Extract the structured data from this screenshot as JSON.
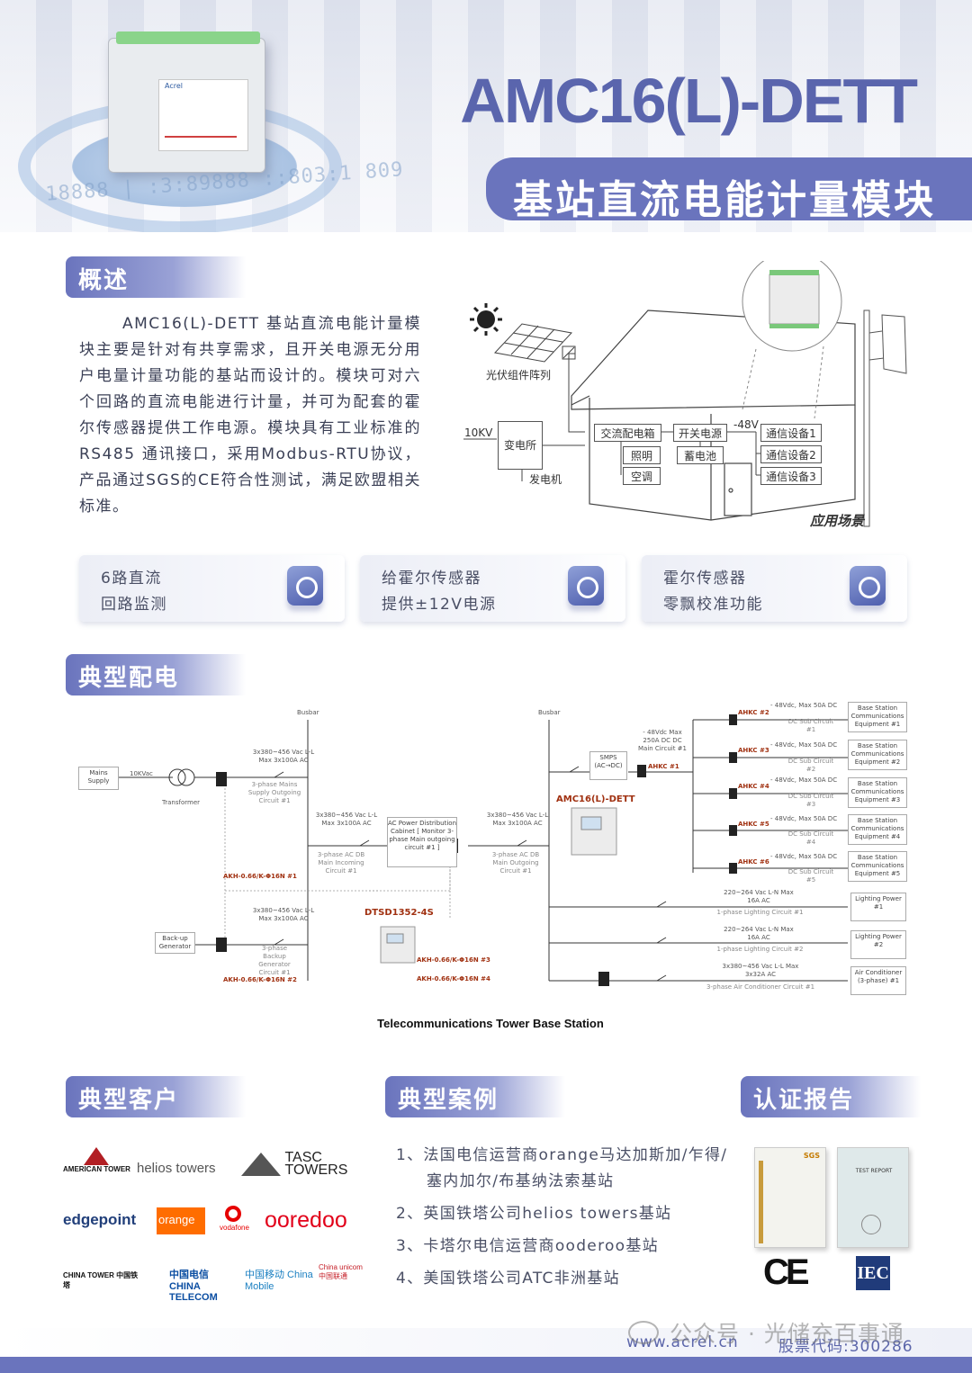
{
  "header": {
    "model": "AMC16(L)-DETT",
    "title_cn": "基站直流电能计量模块",
    "digits": "18888 | :3:89888 ::803:1 809",
    "device_brand": "Acrel"
  },
  "overview": {
    "tag": "概述",
    "text": "AMC16(L)-DETT 基站直流电能计量模块主要是针对有共享需求，且开关电源无分用户电量计量功能的基站而设计的。模块可对六个回路的直流电能进行计量，并可为配套的霍尔传感器提供工作电源。模块具有工业标准的RS485 通讯接口，采用Modbus-RTU协议，产品通过SGS的CE符合性测试，满足欧盟相关标准。"
  },
  "scene": {
    "pv": "光伏组件阵列",
    "kv": "10KV",
    "substation": "变电所",
    "generator": "发电机",
    "ac_box": "交流配电箱",
    "lighting": "照明",
    "aircon": "空调",
    "switch_power": "开关电源",
    "battery": "蓄电池",
    "minus48": "-48V",
    "comm1": "通信设备1",
    "comm2": "通信设备2",
    "comm3": "通信设备3",
    "caption": "应用场景"
  },
  "features": [
    {
      "line1": "6路直流",
      "line2": "回路监测",
      "icon": "loop-monitor-icon"
    },
    {
      "line1": "给霍尔传感器",
      "line2": "提供±12V电源",
      "icon": "power-supply-icon"
    },
    {
      "line1": "霍尔传感器",
      "line2": "零飘校准功能",
      "icon": "calibration-icon"
    }
  ],
  "distribution": {
    "tag": "典型配电",
    "caption": "Telecommunications Tower Base Station",
    "busbar": "Busbar",
    "mains_supply": "Mains Supply",
    "kvac": "10KVac",
    "transformer": "Transformer",
    "backup_generator": "Back-up Generator",
    "spec_3x380": "3x380~456 Vac L-L Max 3x100A AC",
    "mains_outgoing": "3-phase Mains Supply Outgoing Circuit #1",
    "ac_db_incoming": "3-phase AC DB Main Incoming Circuit #1",
    "ac_power_cabinet": "AC Power Distribution Cabinet [ Monitor 3-phase Main outgoing circuit #1 ]",
    "ac_db_outgoing": "3-phase AC DB Main Outgoing Circuit #1",
    "backup_outgoing": "3-phase Backup Generator Circuit #1",
    "akh1": "AKH-0.66/K-Φ16N #1",
    "akh2": "AKH-0.66/K-Φ16N #2",
    "akh3": "AKH-0.66/K-Φ16N #3",
    "akh4": "AKH-0.66/K-Φ16N #4",
    "dtsd": "DTSD1352-4S",
    "smps": "SMPS (AC→DC)",
    "dc_main": "- 48Vdc Max 250A DC DC Main Circuit #1",
    "amc": "AMC16(L)-DETT",
    "dc_branches": [
      {
        "ahkc": "AHKC #1",
        "spec": "",
        "circuit": "",
        "equip": ""
      },
      {
        "ahkc": "AHKC #2",
        "spec": "- 48Vdc, Max 50A DC",
        "circuit": "DC Sub Circuit #1",
        "equip": "Base Station Communications Equipment #1"
      },
      {
        "ahkc": "AHKC #3",
        "spec": "- 48Vdc, Max 50A DC",
        "circuit": "DC Sub Circuit #2",
        "equip": "Base Station Communications Equipment #2"
      },
      {
        "ahkc": "AHKC #4",
        "spec": "- 48Vdc, Max 50A DC",
        "circuit": "DC Sub Circuit #3",
        "equip": "Base Station Communications Equipment #3"
      },
      {
        "ahkc": "AHKC #5",
        "spec": "- 48Vdc, Max 50A DC",
        "circuit": "DC Sub Circuit #4",
        "equip": "Base Station Communications Equipment #4"
      },
      {
        "ahkc": "AHKC #6",
        "spec": "- 48Vdc, Max 50A DC",
        "circuit": "DC Sub Circuit #5",
        "equip": "Base Station Communications Equipment #5"
      }
    ],
    "lighting1_spec": "220~264 Vac L-N Max 16A AC",
    "lighting1_circuit": "1-phase Lighting Circuit #1",
    "lighting1_equip": "Lighting Power #1",
    "lighting2_spec": "220~264 Vac L-N Max 16A AC",
    "lighting2_circuit": "1-phase Lighting Circuit #2",
    "lighting2_equip": "Lighting Power #2",
    "aircon_spec": "3x380~456 Vac L-L Max 3x32A AC",
    "aircon_circuit": "3-phase Air Conditioner Circuit #1",
    "aircon_equip": "Air Conditioner (3-phase) #1"
  },
  "customers": {
    "tag": "典型客户",
    "logos": [
      "AMERICAN TOWER",
      "helios towers",
      "TASC TOWERS",
      "edgepoint",
      "orange",
      "vodafone",
      "ooredoo",
      "CHINA TOWER 中国铁塔",
      "中国电信 CHINA TELECOM",
      "中国移动 China Mobile",
      "China unicom中国联通"
    ]
  },
  "cases": {
    "tag": "典型案例",
    "items": [
      "1、法国电信运营商orange马达加斯加/乍得/塞内加尔/布基纳法索基站",
      "2、英国铁塔公司helios towers基站",
      "3、卡塔尔电信运营商ooderoo基站",
      "4、美国铁塔公司ATC非洲基站"
    ]
  },
  "certification": {
    "tag": "认证报告",
    "sgs": "SGS",
    "test_report": "TEST REPORT",
    "ce": "CE",
    "iec": "IEC"
  },
  "footer": {
    "website": "www.acrel.cn",
    "stock": "股票代码:300286",
    "watermark": "公众号 · 光储充百事通"
  },
  "colors": {
    "accent": "#6a74bd",
    "title": "#5a65ad",
    "akh_red": "#a03010"
  }
}
